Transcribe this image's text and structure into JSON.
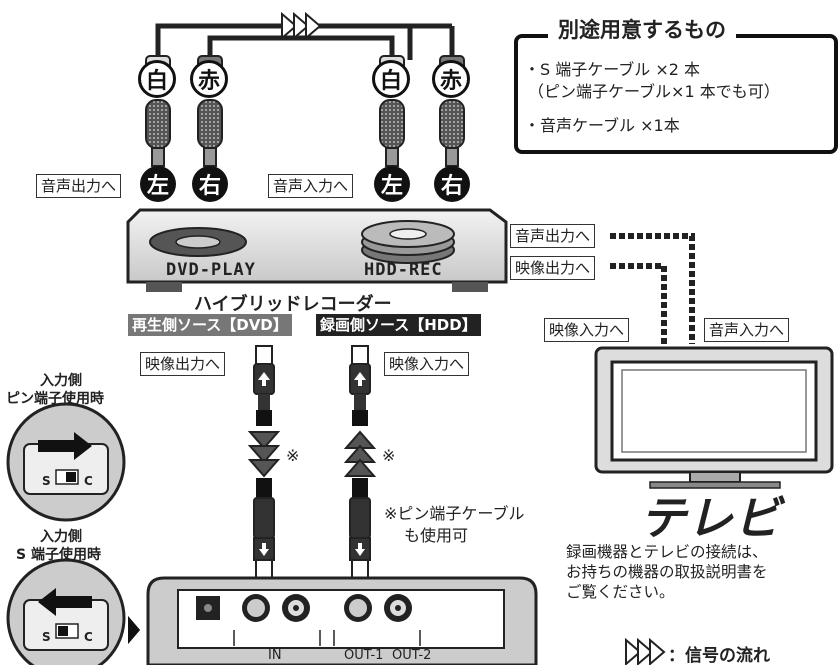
{
  "supply_box": {
    "title": "別途用意するもの",
    "item1": "・S 端子ケーブル ×2 本",
    "item1_note": "（ピン端子ケーブル×1 本でも可）",
    "item2": "・音声ケーブル ×1本"
  },
  "connectors": {
    "white": "白",
    "red": "赤",
    "left": "左",
    "right": "右"
  },
  "labels": {
    "audio_out_left": "音声出力へ",
    "audio_in_mid": "音声入力へ",
    "recorder_audio_out": "音声出力へ",
    "recorder_video_out": "映像出力へ",
    "tv_video_in": "映像入力へ",
    "tv_audio_in": "音声入力へ",
    "cable_video_out": "映像出力へ",
    "cable_video_in": "映像入力へ"
  },
  "recorder": {
    "name": "ハイブリッドレコーダー",
    "dvd_label": "DVD-PLAY",
    "hdd_label": "HDD-REC",
    "source_dvd": "再生側ソース【DVD】",
    "source_hdd": "録画側ソース【HDD】"
  },
  "switch_notes": {
    "pin_title_1": "入力側",
    "pin_title_2": "ピン端子使用時",
    "s_title_1": "入力側",
    "s_title_2": "S 端子使用時",
    "switch_s": "S",
    "switch_c": "C"
  },
  "cable_note": {
    "mark": "※",
    "line1": "※ピン端子ケーブル",
    "line2": "も使用可"
  },
  "tv": {
    "title": "テレビ",
    "note_line1": "録画機器とテレビの接続は、",
    "note_line2": "お持ちの機器の取扱説明書を",
    "note_line3": "ご覧ください。"
  },
  "device_ports": {
    "in": "IN",
    "out1": "OUT-1",
    "out2": "OUT-2"
  },
  "legend": {
    "flow": "：信号の流れ"
  }
}
